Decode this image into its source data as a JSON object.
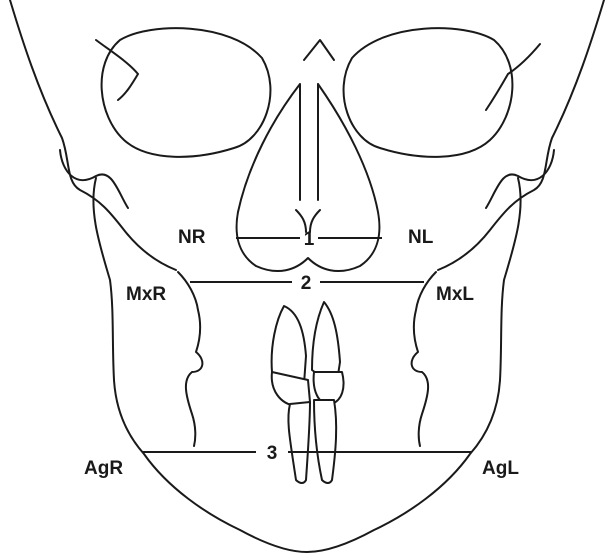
{
  "labels": {
    "nasal_right": "NR",
    "nasal_left": "NL",
    "maxillary_right": "MxR",
    "maxillary_left": "MxL",
    "antegonial_right": "AgR",
    "antegonial_left": "AgL"
  },
  "measurements": {
    "nasal_width": "1",
    "maxillary_width": "2",
    "mandibular_width": "3"
  },
  "colors": {
    "stroke": "#1a1a1a",
    "background": "#ffffff"
  }
}
